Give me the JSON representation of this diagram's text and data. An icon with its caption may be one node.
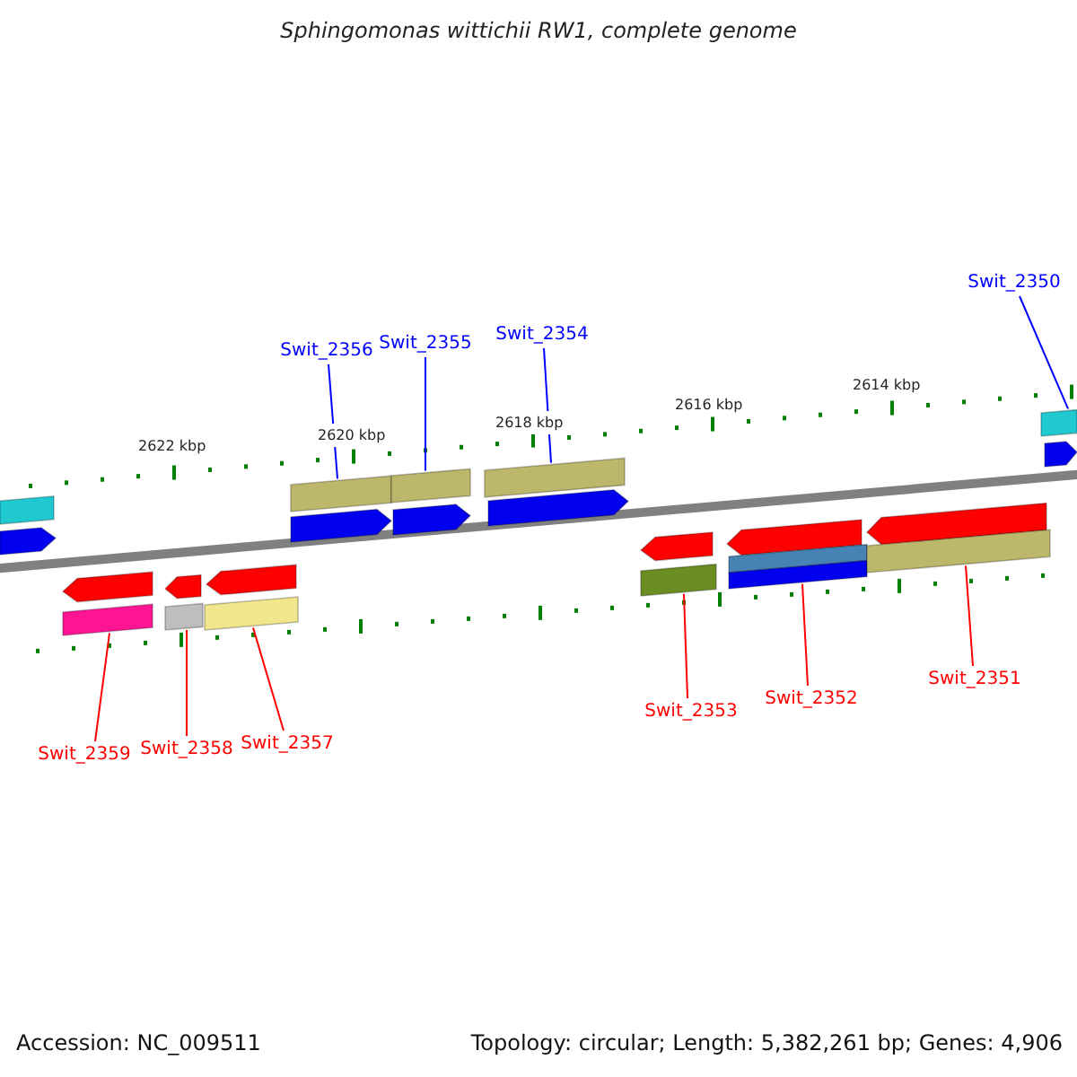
{
  "diagram": {
    "title": "Sphingomonas wittichii RW1, complete genome",
    "nodes": [
      {
        "text": [
          "Swit_2356"
        ]
      },
      {
        "text": [
          "Swit_2355"
        ]
      },
      {
        "text": [
          "Swit_2354"
        ]
      },
      {
        "text": [
          "Swit_2350"
        ]
      },
      {
        "text": [
          "Swit_2359"
        ]
      },
      {
        "text": [
          "Swit_2358"
        ]
      },
      {
        "text": [
          "Swit_2357"
        ]
      },
      {
        "text": [
          "Swit_2353"
        ]
      },
      {
        "text": [
          "Swit_2352"
        ]
      },
      {
        "text": [
          "Swit_2351"
        ]
      },
      {
        "text": [],
        "shape": "bar"
      },
      {
        "text": [],
        "shape": "pentagon"
      },
      {
        "text": [],
        "shape": "bar"
      },
      {
        "text": [],
        "shape": "bar"
      },
      {
        "text": [],
        "shape": "pentagon"
      },
      {
        "text": [],
        "shape": "pentagon"
      },
      {
        "text": [],
        "shape": "bar"
      },
      {
        "text": [],
        "shape": "pentagon"
      },
      {
        "text": [],
        "shape": "bar"
      },
      {
        "text": [],
        "shape": "pentagon"
      },
      {
        "text": [],
        "shape": "pentagon"
      },
      {
        "text": [],
        "shape": "bar"
      },
      {
        "text": [],
        "shape": "pentagon"
      },
      {
        "text": [],
        "shape": "bar"
      },
      {
        "text": [],
        "shape": "pentagon"
      },
      {
        "text": [],
        "shape": "bar"
      },
      {
        "text": [],
        "shape": "pentagon"
      },
      {
        "text": [],
        "shape": "bar"
      },
      {
        "text": [],
        "shape": "pentagon"
      },
      {
        "text": [],
        "shape": "bar"
      },
      {
        "text": [],
        "shape": "bar"
      },
      {
        "text": [],
        "shape": "pentagon"
      },
      {
        "text": [],
        "shape": "bar"
      }
    ],
    "edges": [
      {
        "from": 0,
        "to": 12,
        "arrow": "none",
        "color": "#0000ff"
      },
      {
        "from": 1,
        "to": 13,
        "arrow": "none",
        "color": "#0000ff"
      },
      {
        "from": 2,
        "to": 16,
        "arrow": "none",
        "color": "#0000ff"
      },
      {
        "from": 3,
        "to": 18,
        "arrow": "none",
        "color": "#0000ff"
      },
      {
        "from": 4,
        "to": 21,
        "arrow": "none"
      },
      {
        "from": 5,
        "to": 23,
        "arrow": "none"
      },
      {
        "from": 6,
        "to": 25,
        "arrow": "none"
      },
      {
        "from": 7,
        "to": 27,
        "arrow": "none"
      },
      {
        "from": 8,
        "to": 30,
        "arrow": "none"
      },
      {
        "from": 9,
        "to": 32,
        "arrow": "none"
      }
    ],
    "labels": [
      "2622 kbp",
      "2620 kbp",
      "2618 kbp",
      "2616 kbp",
      "2614 kbp",
      "Accession: NC_009511",
      "Topology: circular; Length: 5,382,261 bp; Genes: 4,906"
    ]
  }
}
